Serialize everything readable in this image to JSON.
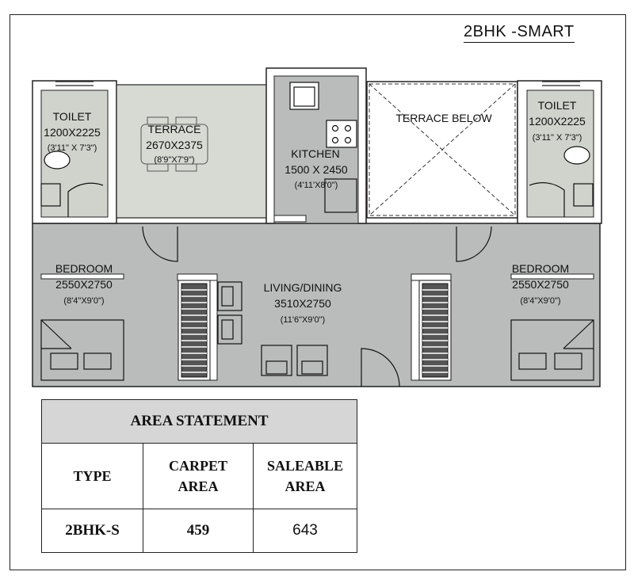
{
  "plan_title": "2BHK -SMART",
  "rooms": {
    "toilet_left": {
      "name": "TOILET",
      "size": "1200X2225",
      "imperial": "(3'11\" X 7'3\")"
    },
    "terrace": {
      "name": "TERRACE",
      "size": "2670X2375",
      "imperial": "(8'9\"X7'9\")"
    },
    "kitchen": {
      "name": "KITCHEN",
      "size": "1500 X 2450",
      "imperial": "(4'11'X8'0\")"
    },
    "terrace_below": {
      "name": "TERRACE BELOW"
    },
    "toilet_right": {
      "name": "TOILET",
      "size": "1200X2225",
      "imperial": "(3'11\" X 7'3\")"
    },
    "bedroom_left": {
      "name": "BEDROOM",
      "size": "2550X2750",
      "imperial": "(8'4\"X9'0\")"
    },
    "living": {
      "name": "LIVING/DINING",
      "size": "3510X2750",
      "imperial": "(11'6\"X9'0\")"
    },
    "bedroom_right": {
      "name": "BEDROOM",
      "size": "2550X2750",
      "imperial": "(8'4\"X9'0\")"
    }
  },
  "area_statement": {
    "title": "AREA STATEMENT",
    "headers": {
      "type": "TYPE",
      "carpet_l1": "CARPET",
      "carpet_l2": "AREA",
      "saleable_l1": "SALEABLE",
      "saleable_l2": "AREA"
    },
    "row": {
      "type": "2BHK-S",
      "carpet": "459",
      "saleable": "643"
    }
  },
  "colors": {
    "floor": "#b9bcbb",
    "terrace": "#d7dad2",
    "toilet": "#cfd3cb",
    "wall": "#ffffff",
    "line": "#222222"
  }
}
